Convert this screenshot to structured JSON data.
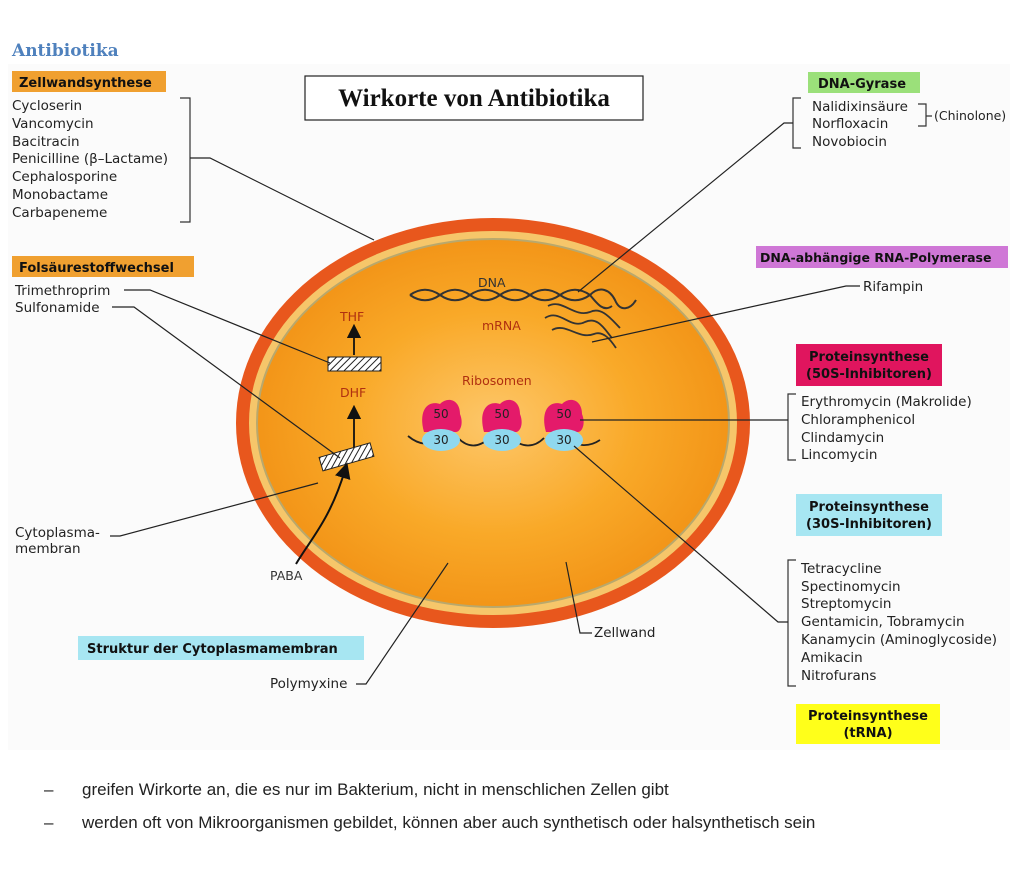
{
  "heading": "Antibiotika",
  "title": "Wirkorte von Antibiotika",
  "colors": {
    "cell_wall": "#e0531d",
    "cytoplasm": "#f7a21a",
    "orange_box": "#f0a030",
    "green_box": "#9be07a",
    "purple_box": "#cf77d6",
    "magenta_box": "#e0155e",
    "cyan_box": "#a7e6f2",
    "yellow_box": "#ffff1a",
    "ribosome_50": "#e41a6a",
    "ribosome_30": "#8fd8ee"
  },
  "groups": {
    "zellwand": {
      "label": "Zellwandsynthese",
      "items": [
        "Cycloserin",
        "Vancomycin",
        "Bacitracin",
        "Penicilline (β–Lactame)",
        "Cephalosporine",
        "Monobactame",
        "Carbapeneme"
      ]
    },
    "folsaeure": {
      "label": "Folsäurestoffwechsel",
      "items": [
        "Trimethroprim",
        "Sulfonamide"
      ]
    },
    "gyrase": {
      "label": "DNA-Gyrase",
      "items": [
        "Nalidixinsäure",
        "Norfloxacin",
        "Novobiocin"
      ],
      "note": "(Chinolone)"
    },
    "rnapol": {
      "label": "DNA-abhängige RNA-Polymerase",
      "items": [
        "Rifampin"
      ]
    },
    "protein50": {
      "label_line1": "Proteinsynthese",
      "label_line2": "(50S-Inhibitoren)",
      "items": [
        "Erythromycin (Makrolide)",
        "Chloramphenicol",
        "Clindamycin",
        "Lincomycin"
      ]
    },
    "protein30": {
      "label_line1": "Proteinsynthese",
      "label_line2": "(30S-Inhibitoren)",
      "items": [
        "Tetracycline",
        "Spectinomycin",
        "Streptomycin",
        "Gentamicin, Tobramycin",
        "Kanamycin (Aminoglycoside)",
        "Amikacin",
        "Nitrofurans"
      ]
    },
    "trna": {
      "label_line1": "Proteinsynthese",
      "label_line2": "(tRNA)"
    },
    "membran": {
      "label": "Struktur der Cytoplasmamembran",
      "items": [
        "Polymyxine"
      ]
    }
  },
  "cell": {
    "dna": "DNA",
    "mrna": "mRNA",
    "thf": "THF",
    "dhf": "DHF",
    "ribosomen": "Ribosomen",
    "sub50": "50",
    "sub30": "30",
    "paba": "PABA",
    "cytoplasma_line1": "Cytoplasma-",
    "cytoplasma_line2": "membran",
    "zellwand": "Zellwand"
  },
  "bullets": [
    "greifen Wirkorte an, die es nur im Bakterium, nicht in menschlichen Zellen gibt",
    "werden oft von Mikroorganismen gebildet, können aber auch synthetisch oder halsynthetisch sein"
  ],
  "bullet_marker": "–"
}
